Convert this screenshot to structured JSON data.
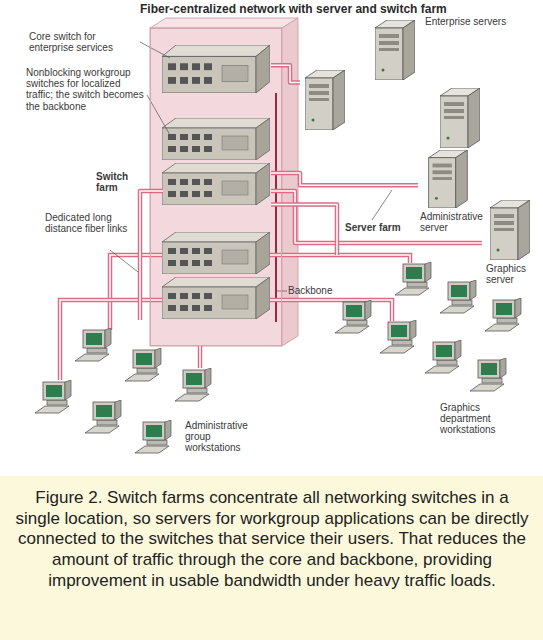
{
  "diagram": {
    "title": "Fiber-centralized network with server and switch farm",
    "caption": "Figure 2. Switch farms concentrate all networking switches in a single location, so servers for workgroup applications can be directly connected to the switches that service their users. That reduces the amount of traffic through the core and backbone, providing improvement in usable bandwidth under heavy traffic loads.",
    "nodes": [
      {
        "text": [
          "Switch farm"
        ]
      },
      {
        "text": [
          "Core switch for enterprise services"
        ],
        "in": 0
      },
      {
        "text": [
          "Nonblocking workgroup switches for localized traffic; the switch becomes the backbone"
        ],
        "in": 0
      },
      {
        "text": [
          "Enterprise servers"
        ]
      },
      {
        "text": [
          "Administrative server"
        ]
      },
      {
        "text": [
          "Graphics server"
        ]
      },
      {
        "text": [
          "Administrative group workstations"
        ]
      },
      {
        "text": [
          "Graphics department workstations"
        ]
      }
    ],
    "edges": [
      {
        "from": 1,
        "to": 3,
        "arrow": "none"
      },
      {
        "from": 2,
        "to": 4,
        "arrow": "none"
      },
      {
        "from": 2,
        "to": 5,
        "arrow": "none"
      },
      {
        "from": 2,
        "to": 6,
        "arrow": "none"
      },
      {
        "from": 2,
        "to": 7,
        "arrow": "none"
      }
    ],
    "labels": [
      "Dedicated long distance fiber links",
      "Backbone",
      "Server farm"
    ]
  }
}
